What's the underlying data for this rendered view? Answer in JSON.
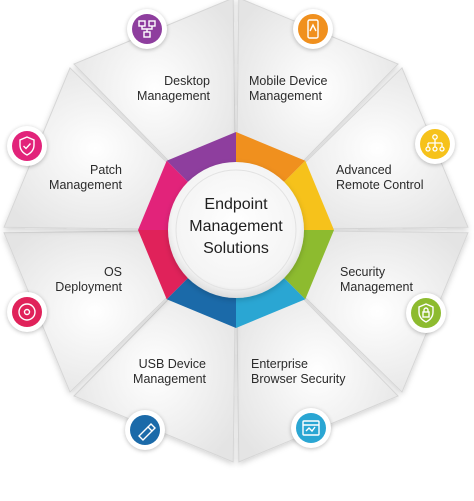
{
  "center": {
    "line1": "Endpoint",
    "line2": "Management",
    "line3": "Solutions"
  },
  "segments": [
    {
      "line1": "Desktop",
      "line2": "Management",
      "color": "#8e3e9e",
      "icon": "desktop-network-icon"
    },
    {
      "line1": "Mobile Device",
      "line2": "Management",
      "color": "#f0901e",
      "icon": "mobile-phone-icon"
    },
    {
      "line1": "Advanced",
      "line2": "Remote Control",
      "color": "#f6c21b",
      "icon": "network-hierarchy-icon"
    },
    {
      "line1": "Security",
      "line2": "Management",
      "color": "#8dbb2f",
      "icon": "shield-lock-icon"
    },
    {
      "line1": "Enterprise",
      "line2": "Browser Security",
      "color": "#2aa6d3",
      "icon": "browser-window-icon"
    },
    {
      "line1": "USB Device",
      "line2": "Management",
      "color": "#1b6aa9",
      "icon": "usb-drive-icon"
    },
    {
      "line1": "OS",
      "line2": "Deployment",
      "color": "#e0225a",
      "icon": "disc-icon"
    },
    {
      "line1": "Patch",
      "line2": "Management",
      "color": "#e2237a",
      "icon": "shield-check-icon"
    }
  ]
}
